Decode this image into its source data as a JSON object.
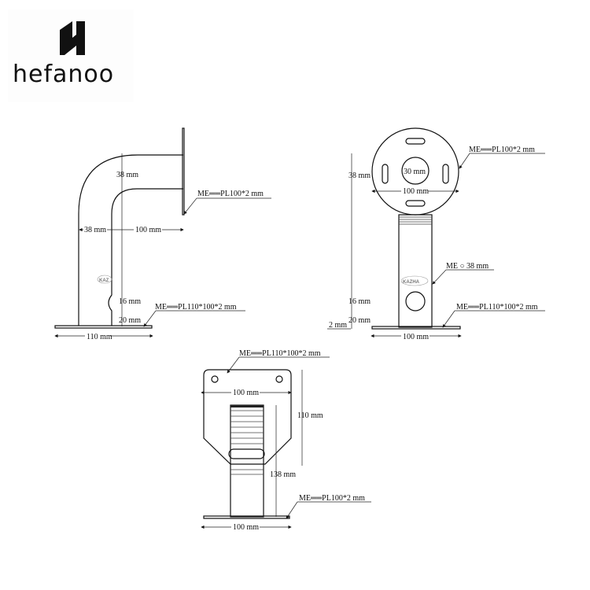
{
  "brand": {
    "name": "hefanoo"
  },
  "side_view": {
    "dim_tube_height": "38 mm",
    "wall_plate_label": "ME══PL100*2 mm",
    "dim_tube_width": "38 mm",
    "dim_reach": "100 mm",
    "dim_16": "16 mm",
    "dim_20": "20 mm",
    "base_plate_label": "ME══PL110*100*2 mm",
    "dim_base": "110 mm",
    "stamp": "KAZ"
  },
  "front_view": {
    "dim_height": "38 mm",
    "dim_hole": "30 mm",
    "dim_disc": "100 mm",
    "disc_label": "ME══PL100*2 mm",
    "tube_label": "ME ○ 38 mm",
    "dim_16": "16 mm",
    "dim_20": "20 mm",
    "dim_2": "2 mm",
    "base_plate_label": "ME══PL110*100*2 mm",
    "dim_base": "100 mm",
    "stamp": "KAZHA"
  },
  "top_view": {
    "plate_label": "ME══PL110*100*2 mm",
    "dim_plate_width": "100 mm",
    "dim_plate_height": "110 mm",
    "dim_tube_length": "138 mm",
    "end_plate_label": "ME══PL100*2 mm",
    "dim_bottom": "100 mm"
  }
}
